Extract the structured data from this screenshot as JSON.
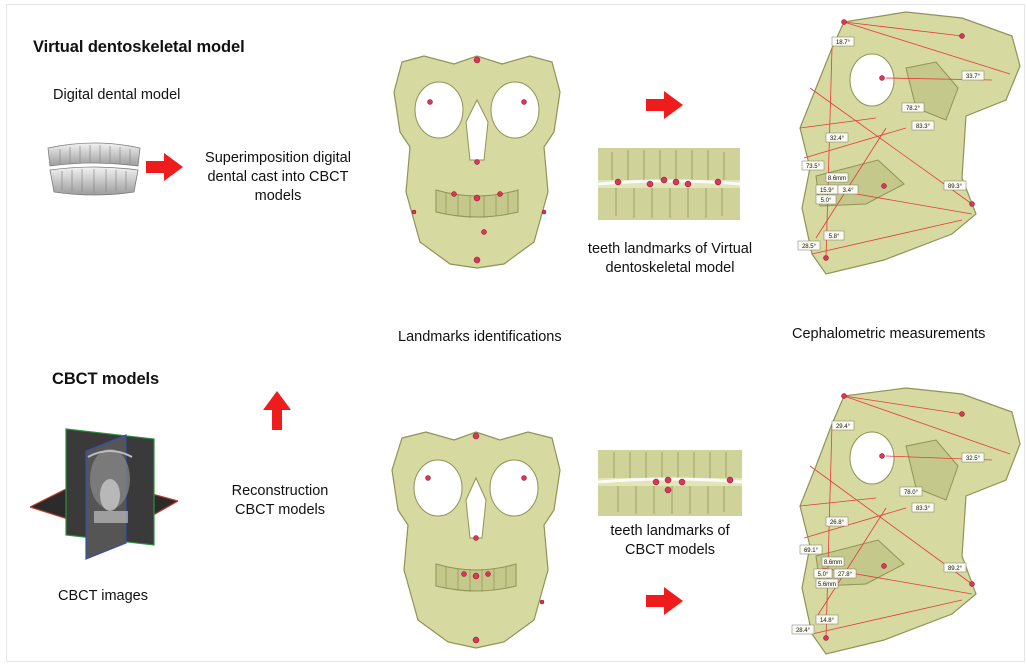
{
  "top": {
    "section_title": "Virtual dentoskeletal model",
    "digital_dental_model": "Digital dental model",
    "superimposition": [
      "Superimposition digital",
      "dental cast into CBCT",
      "models"
    ],
    "teeth_landmarks": [
      "teeth landmarks of Virtual",
      "dentoskeletal model"
    ],
    "ceph_values": [
      "18.7°",
      "33.7°",
      "78.2°",
      "83.3°",
      "32.4°",
      "73.5°",
      "8.6mm",
      "15.9°",
      "3.4°",
      "5.0°",
      "89.3°",
      "5.8°",
      "28.5°"
    ]
  },
  "middle": {
    "landmarks_identifications": "Landmarks identifications",
    "cephalometric_measurements": "Cephalometric measurements"
  },
  "bottom": {
    "section_title": "CBCT models",
    "cbct_images": "CBCT images",
    "reconstruction": [
      "Reconstruction",
      "CBCT models"
    ],
    "teeth_landmarks": [
      "teeth landmarks of",
      "CBCT models"
    ],
    "ceph_values": [
      "29.4°",
      "32.5°",
      "78.0°",
      "83.3°",
      "26.8°",
      "69.1°",
      "8.6mm",
      "5.0°",
      "27.8°",
      "5.6mm",
      "89.2°",
      "14.8°",
      "28.4°"
    ]
  },
  "colors": {
    "arrow": "#ee1c1c",
    "bone": "#d6d9a0",
    "bone_shadow": "#8f9455",
    "measurement_line": "#e53b3b"
  }
}
